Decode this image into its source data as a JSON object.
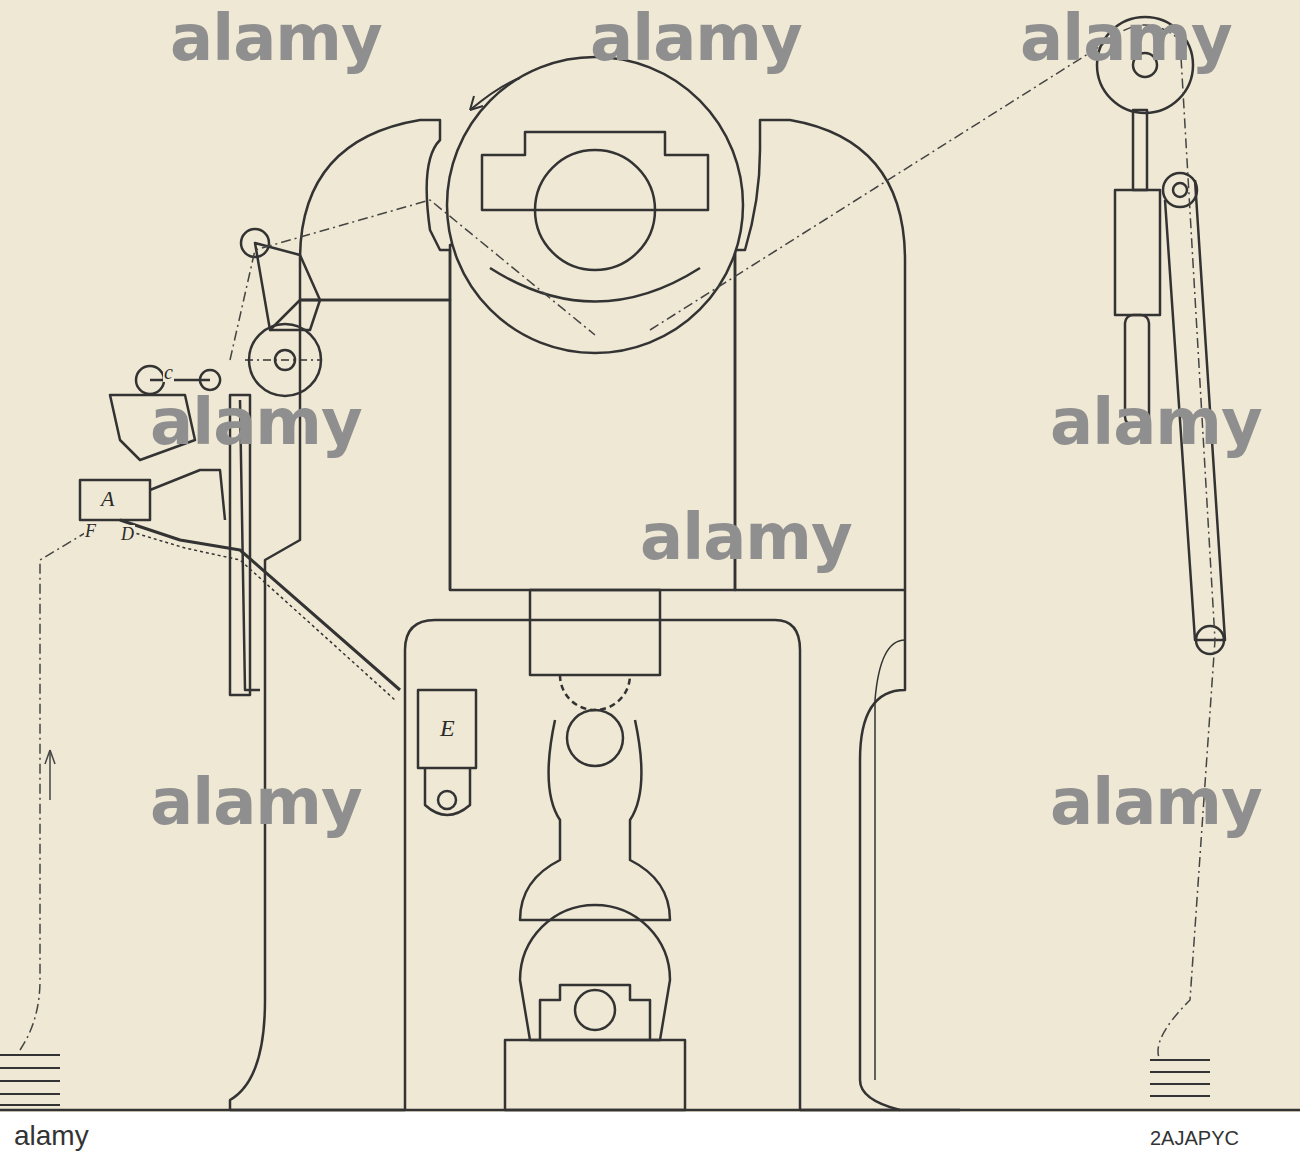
{
  "diagram": {
    "labels": [
      "alamy",
      "alamy",
      "alamy",
      "alamy",
      "alamy",
      "alamy",
      "alamy",
      "alamy",
      "c",
      "A",
      "D",
      "F",
      "E",
      "alamy",
      "2AJAPYC"
    ]
  }
}
